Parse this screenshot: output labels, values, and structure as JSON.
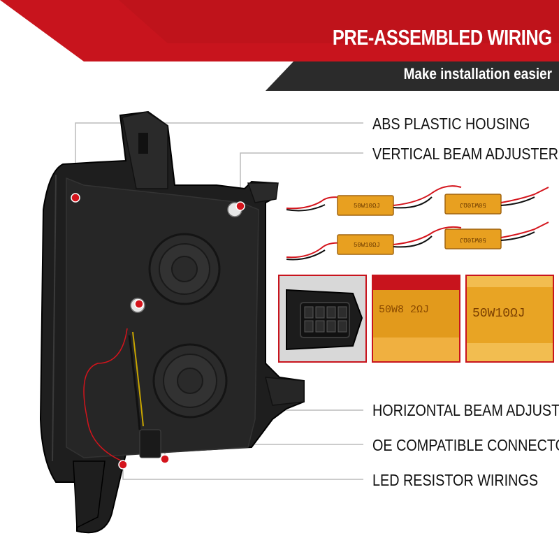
{
  "banner": {
    "title": "PRE-ASSEMBLED WIRING",
    "subtitle": "Make installation easier",
    "red": "#c8141d",
    "dark": "#2b2b2b"
  },
  "callouts": [
    {
      "label": "ABS PLASTIC HOUSING"
    },
    {
      "label": "VERTICAL BEAM ADJUSTER"
    },
    {
      "label": "HORIZONTAL BEAM ADJUSTER"
    },
    {
      "label": "OE COMPATIBLE CONNECTOR"
    },
    {
      "label": "LED RESISTOR WIRINGS"
    }
  ],
  "resistors": {
    "label_small": "50W10ΩJ",
    "panel2_label": "50W8 2ΩJ",
    "panel3_label": "50W10ΩJ"
  },
  "colors": {
    "marker": "#d4141c",
    "leader_line": "#bbbbbb",
    "resistor_gold": "#e8a020",
    "housing_black": "#1c1c1c"
  }
}
